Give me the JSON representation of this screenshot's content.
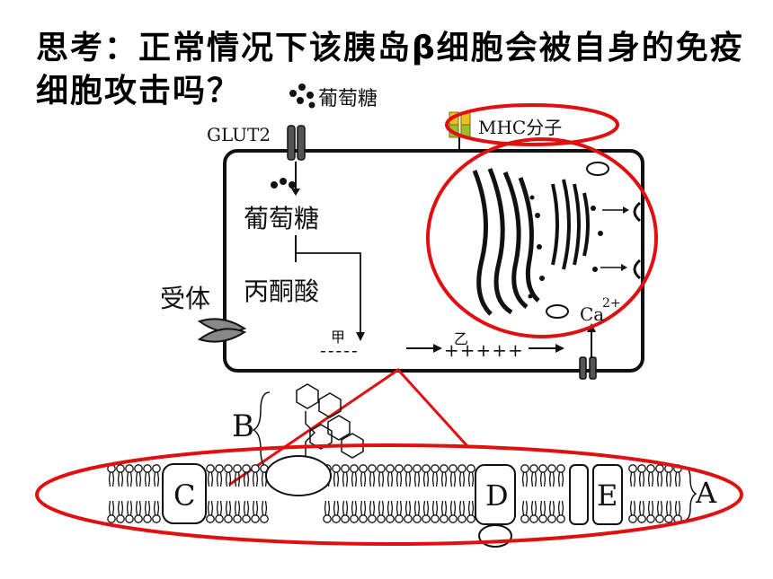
{
  "slide": {
    "question": "思考：正常情况下该胰岛β细胞会被自身的免疫细胞攻击吗？"
  },
  "labels": {
    "glucose_outside": "葡萄糖",
    "glut2": "GLUT2",
    "mhc": "MHC分子",
    "glucose_inside": "葡萄糖",
    "pyruvate": "丙酮酸",
    "receptor": "受体",
    "jia": "甲",
    "yi": "乙",
    "minus_signs": "-----",
    "plus_signs": "+++++",
    "ca": "Ca",
    "ca_charge": "2+",
    "B": "B",
    "C": "C",
    "D": "D",
    "E": "E",
    "A": "A"
  },
  "colors": {
    "highlight": "#e01010",
    "ink": "#111111"
  }
}
